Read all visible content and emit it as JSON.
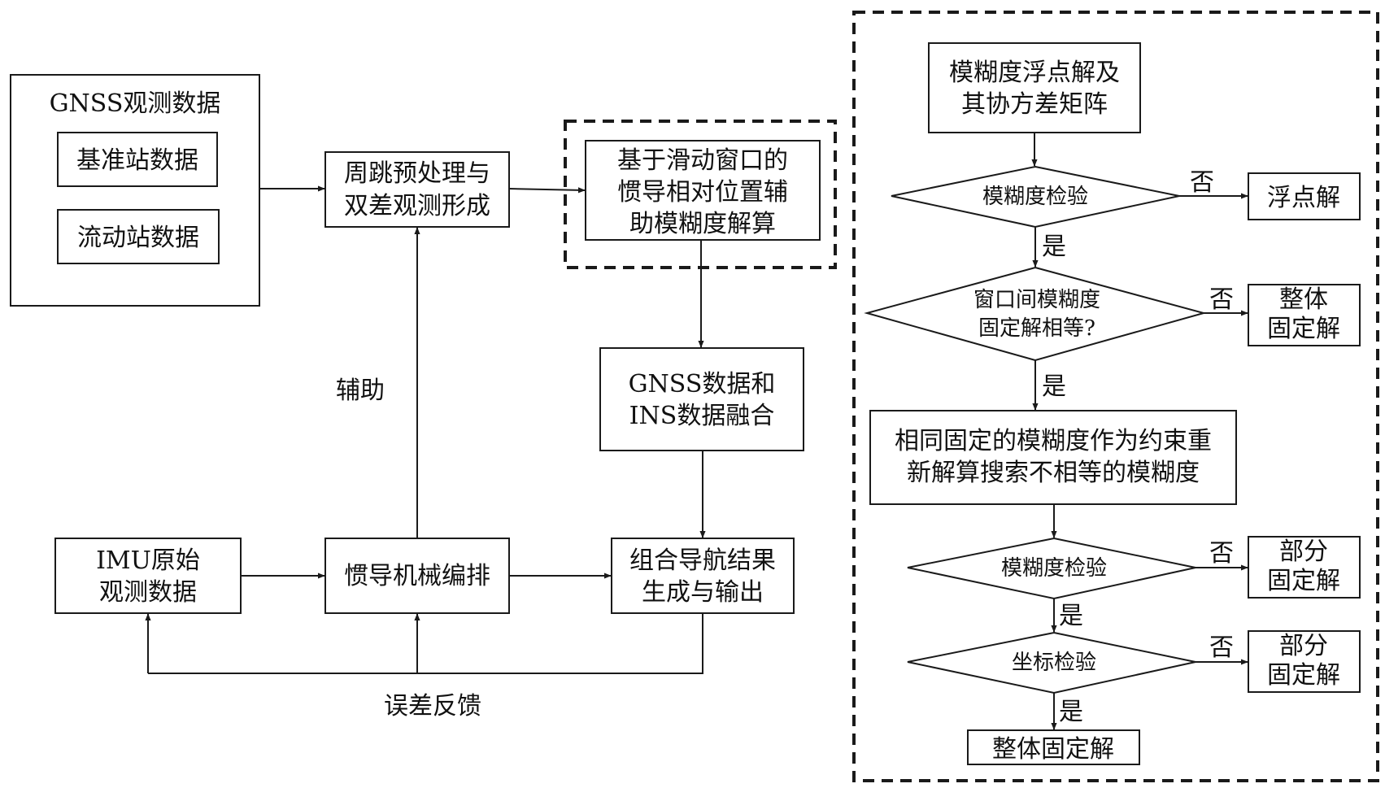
{
  "left": {
    "gnss_group": {
      "title": "GNSS观测数据",
      "base_station": "基准站数据",
      "rover_station": "流动站数据"
    },
    "preprocess": {
      "line1": "周跳预处理与",
      "line2": "双差观测形成"
    },
    "ambiguity_solver": {
      "line1": "基于滑动窗口的",
      "line2": "惯导相对位置辅",
      "line3": "助模糊度解算"
    },
    "fusion": {
      "line1": "GNSS数据和",
      "line2": "INS数据融合"
    },
    "imu": {
      "line1": "IMU原始",
      "line2": "观测数据"
    },
    "mechanization": {
      "label": "惯导机械编排"
    },
    "output": {
      "line1": "组合导航结果",
      "line2": "生成与输出"
    },
    "aid_label": "辅助",
    "feedback_label": "误差反馈"
  },
  "right": {
    "float_solution": {
      "line1": "模糊度浮点解及",
      "line2": "其协方差矩阵"
    },
    "check1": "模糊度检验",
    "float_result": "浮点解",
    "check2": {
      "line1": "窗口间模糊度",
      "line2": "固定解相等?"
    },
    "full_fixed_1": {
      "line1": "整体",
      "line2": "固定解"
    },
    "constraint": {
      "line1": "相同固定的模糊度作为约束重",
      "line2": "新解算搜索不相等的模糊度"
    },
    "check3": "模糊度检验",
    "partial_fixed_1": {
      "line1": "部分",
      "line2": "固定解"
    },
    "check4": "坐标检验",
    "partial_fixed_2": {
      "line1": "部分",
      "line2": "固定解"
    },
    "full_fixed_final": "整体固定解",
    "no": "否",
    "yes": "是"
  }
}
